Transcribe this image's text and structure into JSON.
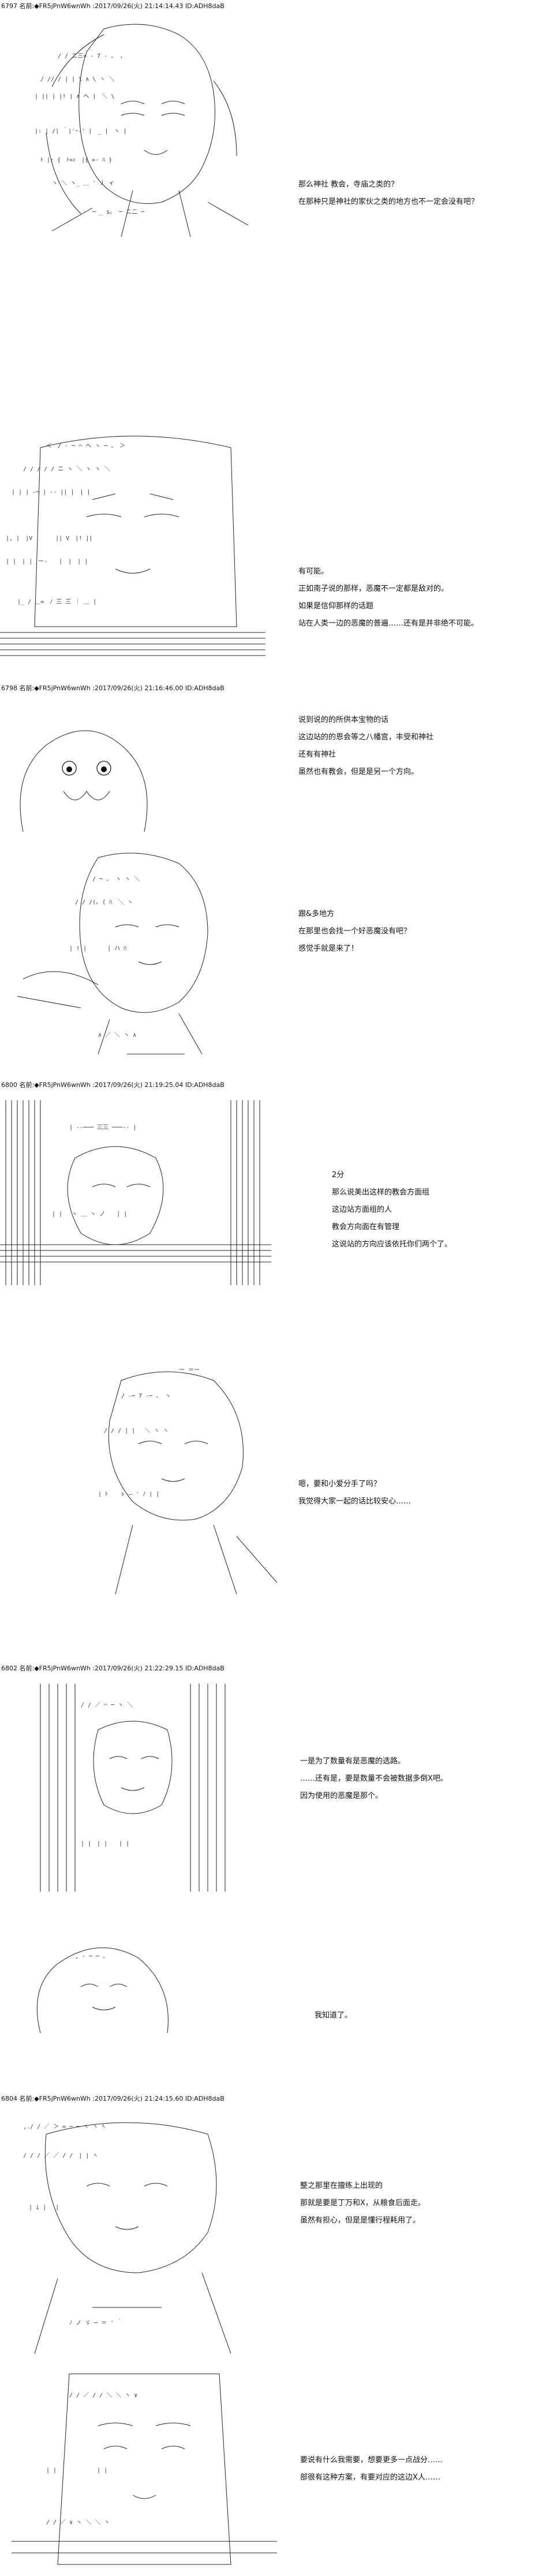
{
  "posts": [
    {
      "header": "6797 名前:◆FR5jPnW6wnWh :2017/09/26(火) 21:14:14.43 ID:ADH8daB",
      "lines": [
        "那么神社 教会，寺庙之类的？",
        "在那种只是神社的家伙之类的地方也不一定会没有吧？"
      ]
    },
    {
      "header": "",
      "lines": [
        "有可能。",
        "正如南子说的那样，恶魔不一定都是敌对的。",
        "如果是信仰那样的话题",
        "站在人类一边的恶魔的普遍……还有是并非绝不可能。"
      ]
    },
    {
      "header": "6798 名前:◆FR5jPnW6wnWh :2017/09/26(火) 21:16:46.00 ID:ADH8daB",
      "lines": [
        "说到说的的所供本宝物的话",
        "这边站的的恩会等之八幡宫，丰受和神社",
        "还有有神社",
        "虽然也有教会，但是是另一个方向。"
      ]
    },
    {
      "header": "",
      "lines": [
        "跟&多地方",
        "在那里也会找一个好恶魔没有吧？",
        "感觉手就是来了！"
      ]
    },
    {
      "header": "6800 名前:◆FR5jPnW6wnWh :2017/09/26(火) 21:19:25.04 ID:ADH8daB",
      "lines": [
        "2分",
        "那么说美出这样的教会方面组",
        "这边站方面组的人",
        "教会方向面在有管理",
        "这说站的方向应该依托你们两个了。"
      ]
    },
    {
      "header": "",
      "lines": [
        "嗯，要和小爱分手了吗？",
        "我觉得大家一起的话比较安心……"
      ]
    },
    {
      "header": "6802 名前:◆FR5jPnW6wnWh :2017/09/26(火) 21:22:29.15 ID:ADH8daB",
      "lines": [
        "一是为了数量有是恶魔的选路。",
        "……还有是，要是数量不会被数据多倒X吧。",
        "因为使用的恶魔是那个。"
      ]
    },
    {
      "header": "",
      "lines": [
        "我知道了。"
      ]
    },
    {
      "header": "6804 名前:◆FR5jPnW6wnWh :2017/09/26(火) 21:24:15.60 ID:ADH8daB",
      "lines": [
        "整之那里在擅练上出现的",
        "那就是要是丁万和X，从粮食后面走。",
        "虽然有担心，但是是懂行程耗用了。"
      ]
    },
    {
      "header": "",
      "lines": [
        "要说有什么我需要，想要更多一点战分……",
        "部很有这种方案，有要对应的这边X人……"
      ]
    }
  ]
}
